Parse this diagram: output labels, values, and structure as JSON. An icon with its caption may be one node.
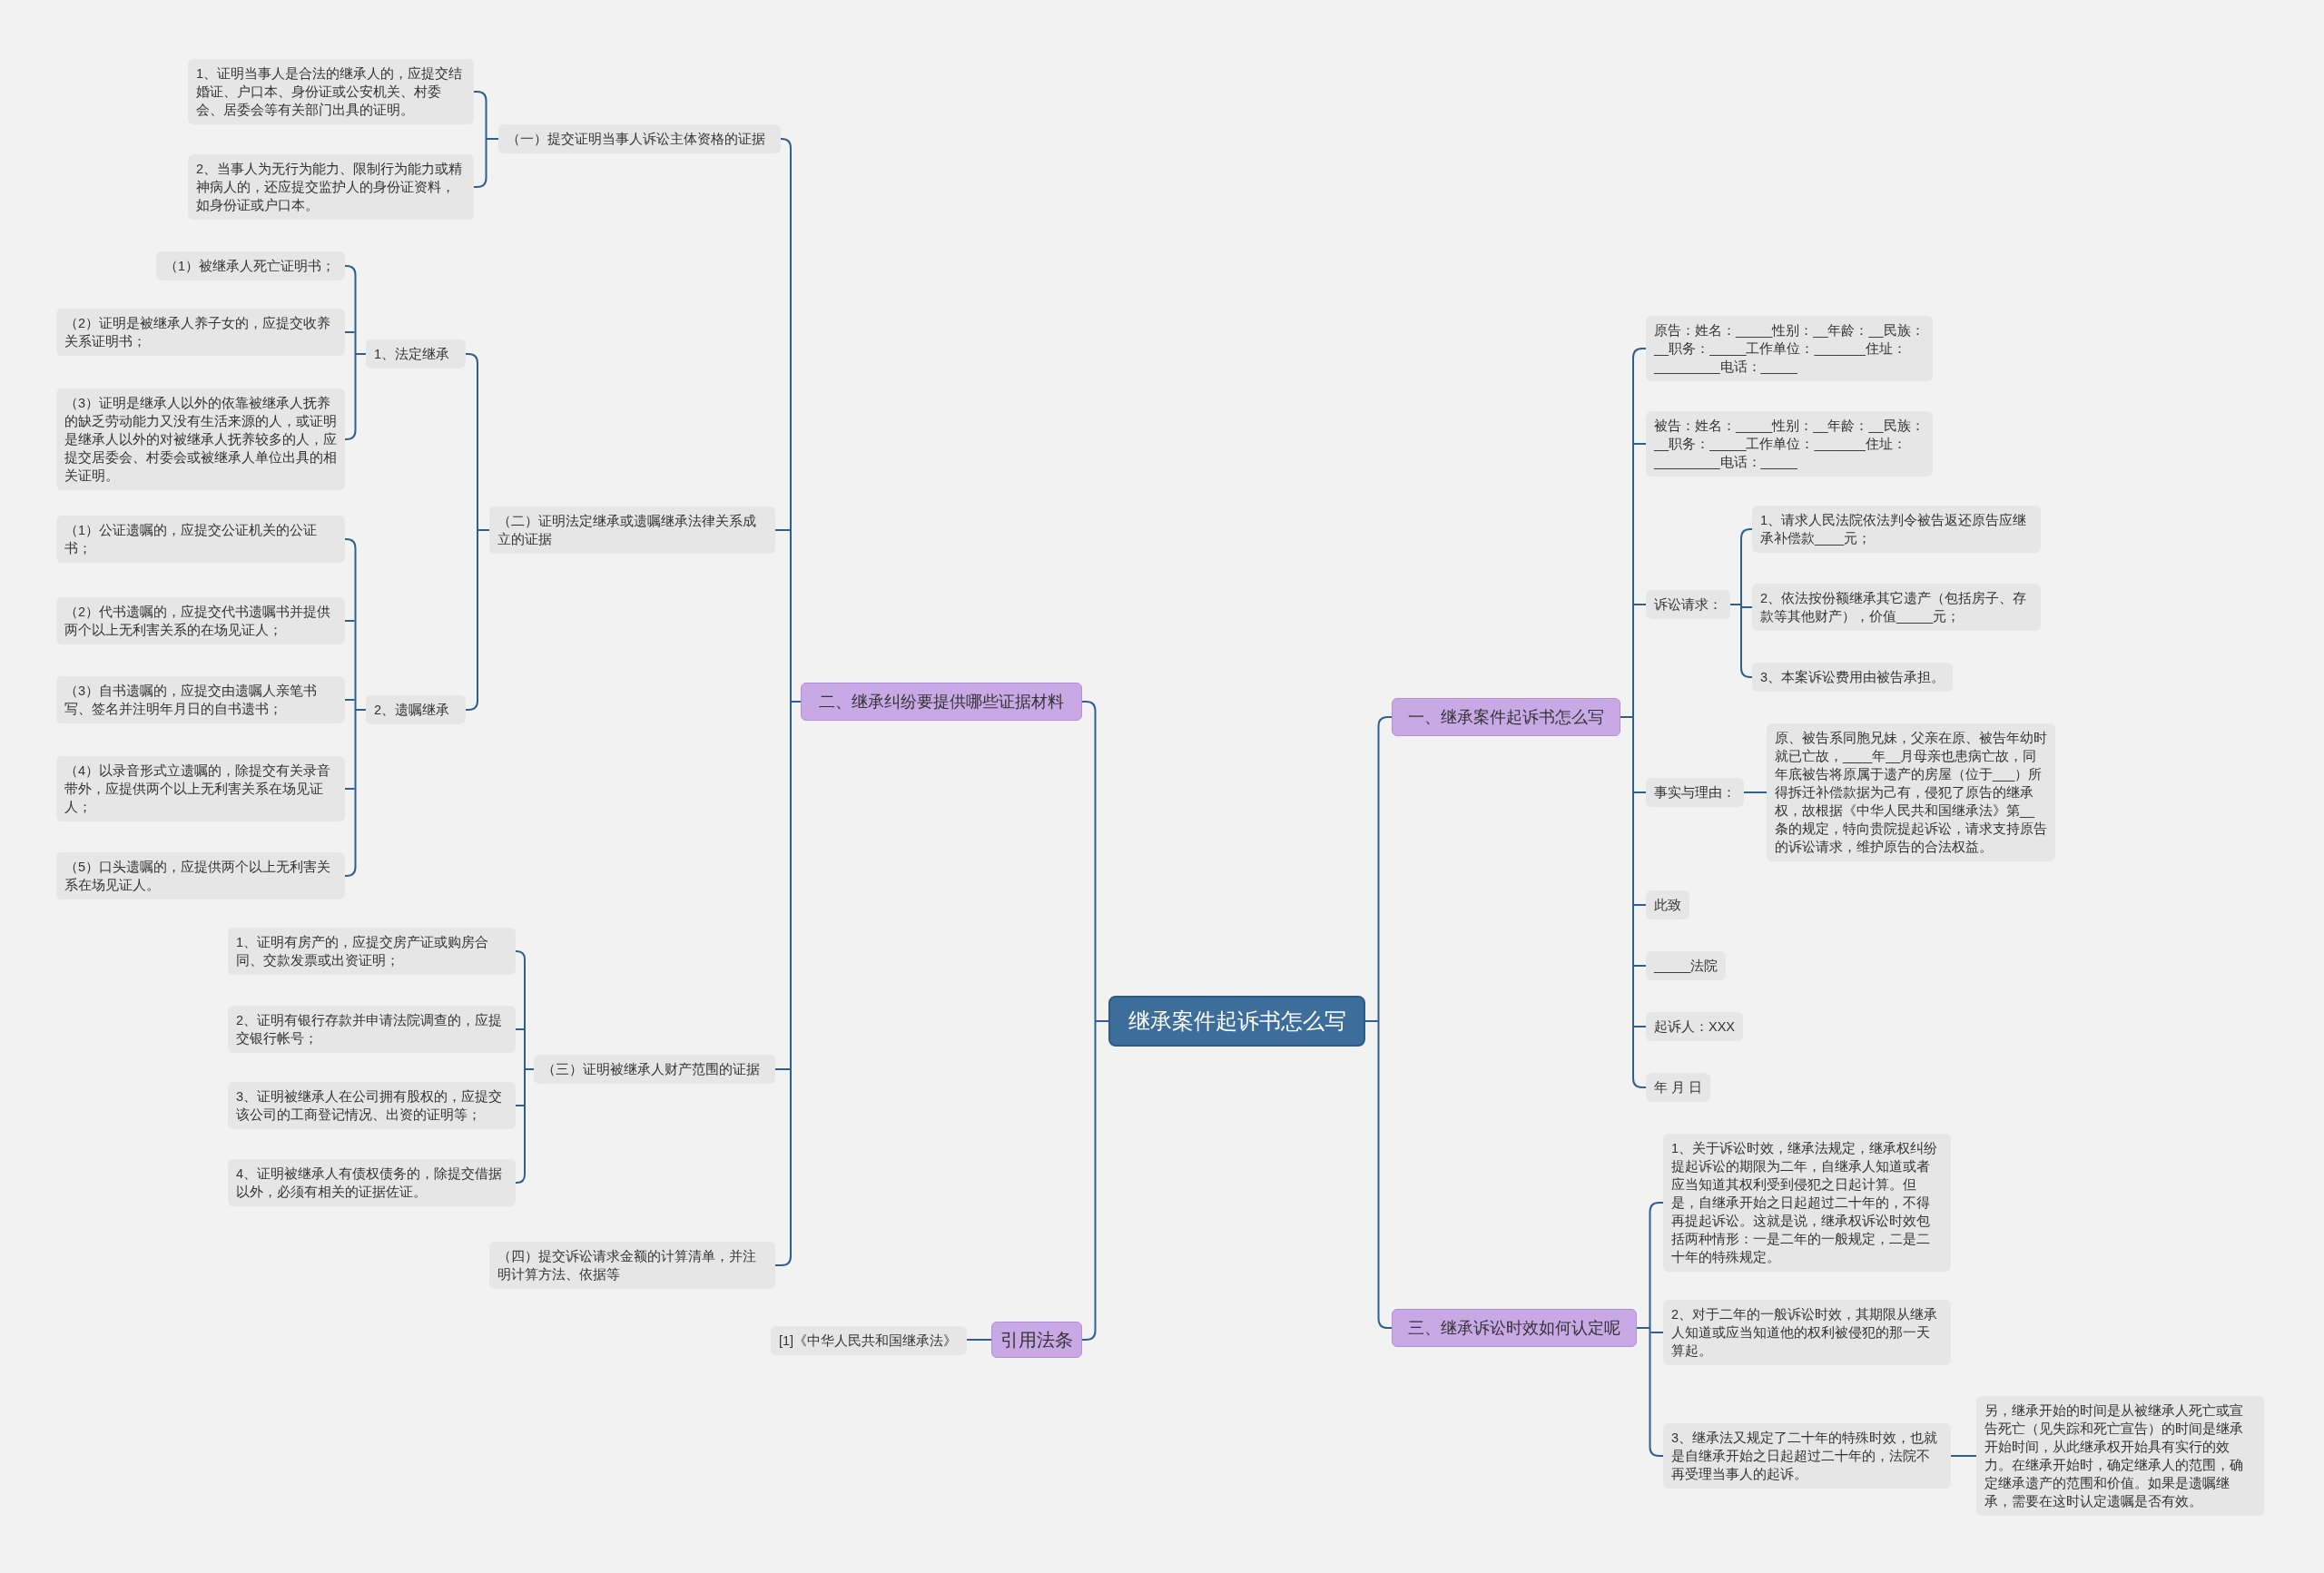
{
  "diagram": {
    "nodes": [
      {
        "text": [
          "继承案件起诉书怎么写"
        ]
      },
      {
        "text": [
          "一、继承案件起诉书怎么写"
        ]
      },
      {
        "text": [
          "原告：姓名：_____性别：__年龄：__民族：__职务：_____工作单位：_______住址：_________电话：_____"
        ]
      },
      {
        "text": [
          "被告：姓名：_____性别：__年龄：__民族：__职务：_____工作单位：_______住址：_________电话：_____"
        ]
      },
      {
        "text": [
          "诉讼请求："
        ]
      },
      {
        "text": [
          "1、请求人民法院依法判令被告返还原告应继承补偿款____元；"
        ]
      },
      {
        "text": [
          "2、依法按份额继承其它遗产（包括房子、存款等其他财产），价值_____元；"
        ]
      },
      {
        "text": [
          "3、本案诉讼费用由被告承担。"
        ]
      },
      {
        "text": [
          "事实与理由："
        ]
      },
      {
        "text": [
          "原、被告系同胞兄妹，父亲在原、被告年幼时就已亡故，____年__月母亲也患病亡故，同年底被告将原属于遗产的房屋（位于___）所得拆迁补偿款据为己有，侵犯了原告的继承权，故根据《中华人民共和国继承法》第__条的规定，特向贵院提起诉讼，请求支持原告的诉讼请求，维护原告的合法权益。"
        ]
      },
      {
        "text": [
          "此致"
        ]
      },
      {
        "text": [
          "_____法院"
        ]
      },
      {
        "text": [
          "起诉人：XXX"
        ]
      },
      {
        "text": [
          "年 月 日"
        ]
      },
      {
        "text": [
          "二、继承纠纷要提供哪些证据材料"
        ]
      },
      {
        "text": [
          "（一）提交证明当事人诉讼主体资格的证据"
        ]
      },
      {
        "text": [
          "1、证明当事人是合法的继承人的，应提交结婚证、户口本、身份证或公安机关、村委会、居委会等有关部门出具的证明。"
        ]
      },
      {
        "text": [
          "2、当事人为无行为能力、限制行为能力或精神病人的，还应提交监护人的身份证资料，如身份证或户口本。"
        ]
      },
      {
        "text": [
          "（二）证明法定继承或遗嘱继承法律关系成立的证据"
        ]
      },
      {
        "text": [
          "1、法定继承"
        ]
      },
      {
        "text": [
          "（1）被继承人死亡证明书；"
        ]
      },
      {
        "text": [
          "（2）证明是被继承人养子女的，应提交收养关系证明书；"
        ]
      },
      {
        "text": [
          "（3）证明是继承人以外的依靠被继承人抚养的缺乏劳动能力又没有生活来源的人，或证明是继承人以外的对被继承人抚养较多的人，应提交居委会、村委会或被继承人单位出具的相关证明。"
        ]
      },
      {
        "text": [
          "2、遗嘱继承"
        ]
      },
      {
        "text": [
          "（1）公证遗嘱的，应提交公证机关的公证书；"
        ]
      },
      {
        "text": [
          "（2）代书遗嘱的，应提交代书遗嘱书并提供两个以上无利害关系的在场见证人；"
        ]
      },
      {
        "text": [
          "（3）自书遗嘱的，应提交由遗嘱人亲笔书写、签名并注明年月日的自书遗书；"
        ]
      },
      {
        "text": [
          "（4）以录音形式立遗嘱的，除提交有关录音带外，应提供两个以上无利害关系在场见证人；"
        ]
      },
      {
        "text": [
          "（5）口头遗嘱的，应提供两个以上无利害关系在场见证人。"
        ]
      },
      {
        "text": [
          "（三）证明被继承人财产范围的证据"
        ]
      },
      {
        "text": [
          "1、证明有房产的，应提交房产证或购房合同、交款发票或出资证明；"
        ]
      },
      {
        "text": [
          "2、证明有银行存款并申请法院调查的，应提交银行帐号；"
        ]
      },
      {
        "text": [
          "3、证明被继承人在公司拥有股权的，应提交该公司的工商登记情况、出资的证明等；"
        ]
      },
      {
        "text": [
          "4、证明被继承人有债权债务的，除提交借据以外，必须有相关的证据佐证。"
        ]
      },
      {
        "text": [
          "（四）提交诉讼请求金额的计算清单，并注明计算方法、依据等"
        ]
      },
      {
        "text": [
          "三、继承诉讼时效如何认定呢"
        ]
      },
      {
        "text": [
          "1、关于诉讼时效，继承法规定，继承权纠纷提起诉讼的期限为二年，自继承人知道或者应当知道其权利受到侵犯之日起计算。但是，自继承开始之日起超过二十年的，不得再提起诉讼。这就是说，继承权诉讼时效包括两种情形：一是二年的一般规定，二是二十年的特殊规定。"
        ]
      },
      {
        "text": [
          "2、对于二年的一般诉讼时效，其期限从继承人知道或应当知道他的权利被侵犯的那一天算起。"
        ]
      },
      {
        "text": [
          "3、继承法又规定了二十年的特殊时效，也就是自继承开始之日起超过二十年的，法院不再受理当事人的起诉。"
        ]
      },
      {
        "text": [
          "另，继承开始的时间是从被继承人死亡或宣告死亡（见失踪和死亡宣告）的时间是继承开始时间，从此继承权开始具有实行的效力。在继承开始时，确定继承人的范围，确定继承遗产的范围和价值。如果是遗嘱继承，需要在这时认定遗嘱是否有效。"
        ]
      },
      {
        "text": [
          "引用法条"
        ]
      },
      {
        "text": [
          "[1]《中华人民共和国继承法》"
        ]
      }
    ],
    "edges": [
      {
        "from": 0,
        "to": 1,
        "arrow": "none"
      },
      {
        "from": 1,
        "to": 2,
        "arrow": "none"
      },
      {
        "from": 1,
        "to": 3,
        "arrow": "none"
      },
      {
        "from": 1,
        "to": 4,
        "arrow": "none"
      },
      {
        "from": 4,
        "to": 5,
        "arrow": "none"
      },
      {
        "from": 4,
        "to": 6,
        "arrow": "none"
      },
      {
        "from": 4,
        "to": 7,
        "arrow": "none"
      },
      {
        "from": 1,
        "to": 8,
        "arrow": "none"
      },
      {
        "from": 8,
        "to": 9,
        "arrow": "none"
      },
      {
        "from": 1,
        "to": 10,
        "arrow": "none"
      },
      {
        "from": 1,
        "to": 11,
        "arrow": "none"
      },
      {
        "from": 1,
        "to": 12,
        "arrow": "none"
      },
      {
        "from": 1,
        "to": 13,
        "arrow": "none"
      },
      {
        "from": 0,
        "to": 14,
        "arrow": "none"
      },
      {
        "from": 14,
        "to": 15,
        "arrow": "none"
      },
      {
        "from": 15,
        "to": 16,
        "arrow": "none"
      },
      {
        "from": 15,
        "to": 17,
        "arrow": "none"
      },
      {
        "from": 14,
        "to": 18,
        "arrow": "none"
      },
      {
        "from": 18,
        "to": 19,
        "arrow": "none"
      },
      {
        "from": 19,
        "to": 20,
        "arrow": "none"
      },
      {
        "from": 19,
        "to": 21,
        "arrow": "none"
      },
      {
        "from": 19,
        "to": 22,
        "arrow": "none"
      },
      {
        "from": 18,
        "to": 23,
        "arrow": "none"
      },
      {
        "from": 23,
        "to": 24,
        "arrow": "none"
      },
      {
        "from": 23,
        "to": 25,
        "arrow": "none"
      },
      {
        "from": 23,
        "to": 26,
        "arrow": "none"
      },
      {
        "from": 23,
        "to": 27,
        "arrow": "none"
      },
      {
        "from": 23,
        "to": 28,
        "arrow": "none"
      },
      {
        "from": 14,
        "to": 29,
        "arrow": "none"
      },
      {
        "from": 29,
        "to": 30,
        "arrow": "none"
      },
      {
        "from": 29,
        "to": 31,
        "arrow": "none"
      },
      {
        "from": 29,
        "to": 32,
        "arrow": "none"
      },
      {
        "from": 29,
        "to": 33,
        "arrow": "none"
      },
      {
        "from": 14,
        "to": 34,
        "arrow": "none"
      },
      {
        "from": 0,
        "to": 35,
        "arrow": "none"
      },
      {
        "from": 35,
        "to": 36,
        "arrow": "none"
      },
      {
        "from": 35,
        "to": 37,
        "arrow": "none"
      },
      {
        "from": 35,
        "to": 38,
        "arrow": "none"
      },
      {
        "from": 38,
        "to": 39,
        "arrow": "none"
      },
      {
        "from": 0,
        "to": 40,
        "arrow": "none"
      },
      {
        "from": 40,
        "to": 41,
        "arrow": "none"
      }
    ]
  }
}
